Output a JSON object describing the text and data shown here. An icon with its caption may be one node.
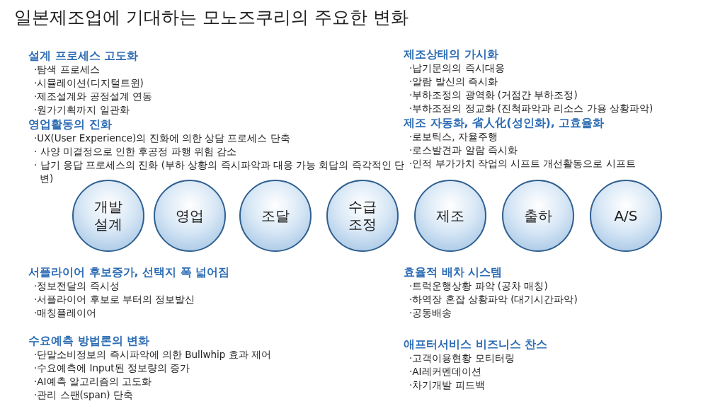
{
  "diagram": {
    "title": "일본제조업에 기대하는 모노즈쿠리의 주요한 변화",
    "nodes": [
      {
        "text": [
          "개발 설계"
        ]
      },
      {
        "text": [
          "영업"
        ]
      },
      {
        "text": [
          "조달"
        ]
      },
      {
        "text": [
          "수급 조정"
        ]
      },
      {
        "text": [
          "제조"
        ]
      },
      {
        "text": [
          "출하"
        ]
      },
      {
        "text": [
          "A/S"
        ]
      }
    ],
    "labels": [
      "설계 프로세스 고도화",
      "·탐색 프로세스",
      "·시뮬레이션(디지털트윈)",
      "·제조설계와 공정설계 연동",
      "·원가기획까지 일관화",
      "영업활동의 진화",
      "·UX(User Experience)의 진화에 의한 상담 프로세스 단축",
      "· 사양 미결정으로 인한 후공정 파행 위험 감소",
      "· 납기 응답 프로세스의 진화 (부하 상황의 즉시파악과 대응 가능 회답의 즉각적인 단변)",
      "제조상태의 가시화",
      "·납기문의의 즉시대응",
      "·알람 발신의 즉시화",
      "·부하조정의 광역화 (거점간 부하조정)",
      "·부하조정의 정교화 (진척파악과 리소스 가용 상황파악)",
      "제조 자동화, 省人化(성인화), 고효율화",
      "·로보틱스, 자율주행",
      "·로스발견과 알람 즉시화",
      "·인적 부가가치 작업의 시프트 개선활동으로 시프트",
      "서플라이어 후보증가, 선택지 폭 넓어짐",
      "·정보전달의 즉시성",
      "·서플라이어 후보로 부터의 정보발신",
      "·매칭플레이어",
      "수요예측 방법론의 변화",
      "·단말소비정보의 즉시파악에 의한 Bullwhip 효과 제어",
      "·수요예측에 Input된 정보량의 증가",
      "·AI예측 알고리즘의 고도화",
      "·관리 스팬(span) 단축",
      "효율적 배차 시스템",
      "·트럭운행상황 파악 (공차 매칭)",
      "·하역장 혼잡 상황파악 (대기시간파악)",
      "·공동배송",
      "애프터서비스 비즈니스 찬스",
      "·고객이용현황 모티터링",
      "·AI레커멘데이션",
      "·차기개발 피드백"
    ]
  }
}
